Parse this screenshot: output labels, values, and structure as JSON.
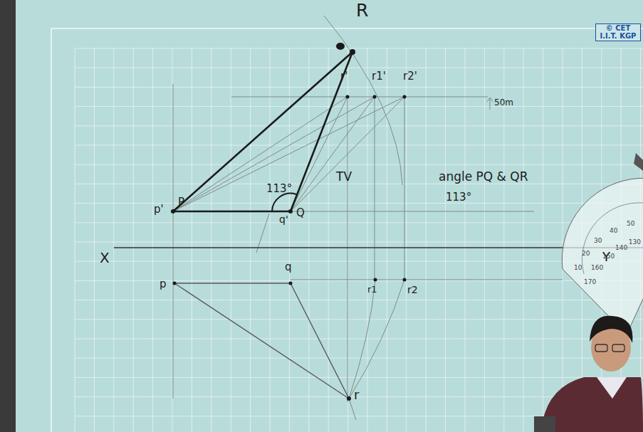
{
  "diagram": {
    "labels": [
      "© CET I.I.T. KGP",
      "R",
      "r'",
      "r1'",
      "r2'",
      "50m",
      "p'",
      "P",
      "q'",
      "Q",
      "113°",
      "TV",
      "angle PQ & QR",
      "113°",
      "X",
      "Y",
      "p",
      "q",
      "r1",
      "r2",
      "r",
      "10",
      "20",
      "30",
      "40",
      "50",
      "170",
      "160",
      "150",
      "140",
      "130"
    ]
  }
}
